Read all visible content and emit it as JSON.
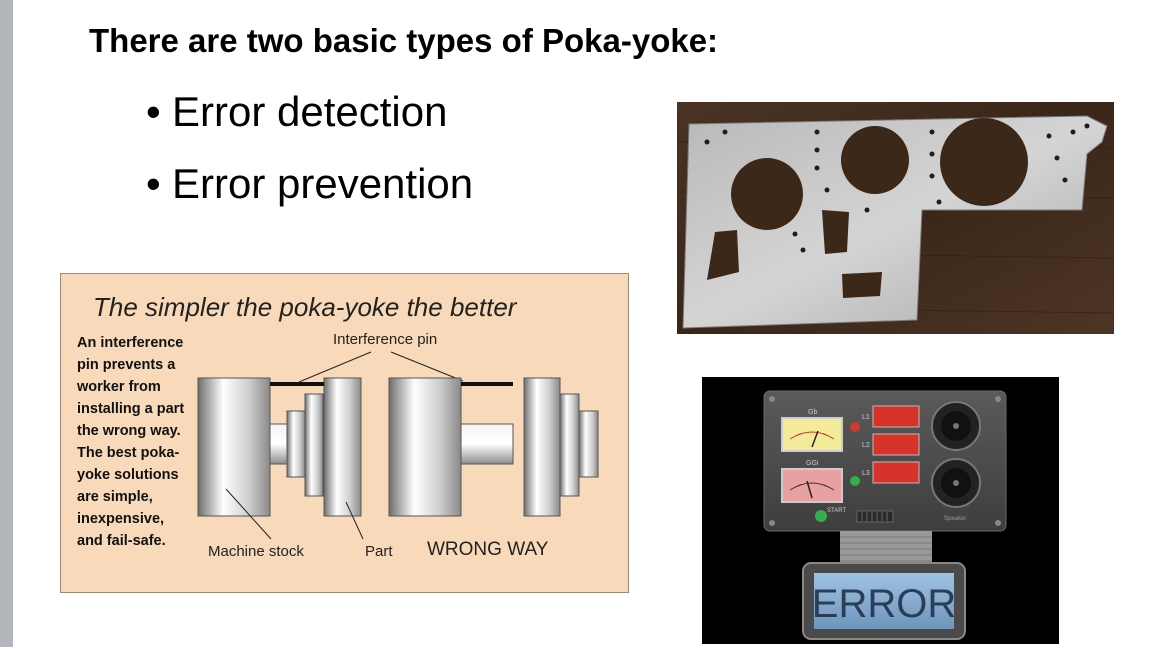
{
  "slide": {
    "title": "There are two basic types of Poka-yoke:",
    "bullets": [
      "Error detection",
      "Error prevention"
    ]
  },
  "diagram": {
    "heading": "The simpler the poka-yoke the better",
    "description_lines": [
      "An interference",
      "pin prevents a",
      "worker from",
      "installing a part",
      "the wrong way.",
      "The best poka-",
      "yoke solutions",
      "are simple,",
      "inexpensive,",
      "and fail-safe."
    ],
    "pin_label": "Interference pin",
    "machine_label": "Machine stock",
    "part_label": "Part",
    "wrong_way_label": "WRONG WAY"
  },
  "panel_image": {
    "gauge_labels": [
      "Gb",
      "GGi"
    ],
    "light_labels": [
      "L1",
      "L2",
      "L3"
    ],
    "start_label": "START",
    "speaker_label": "Speaker",
    "error_text": "ERROR"
  },
  "colors": {
    "left_bar": "#b3b6bd",
    "diagram_bg": "#f8d9b9",
    "error_screen": "#7fa6c9"
  }
}
